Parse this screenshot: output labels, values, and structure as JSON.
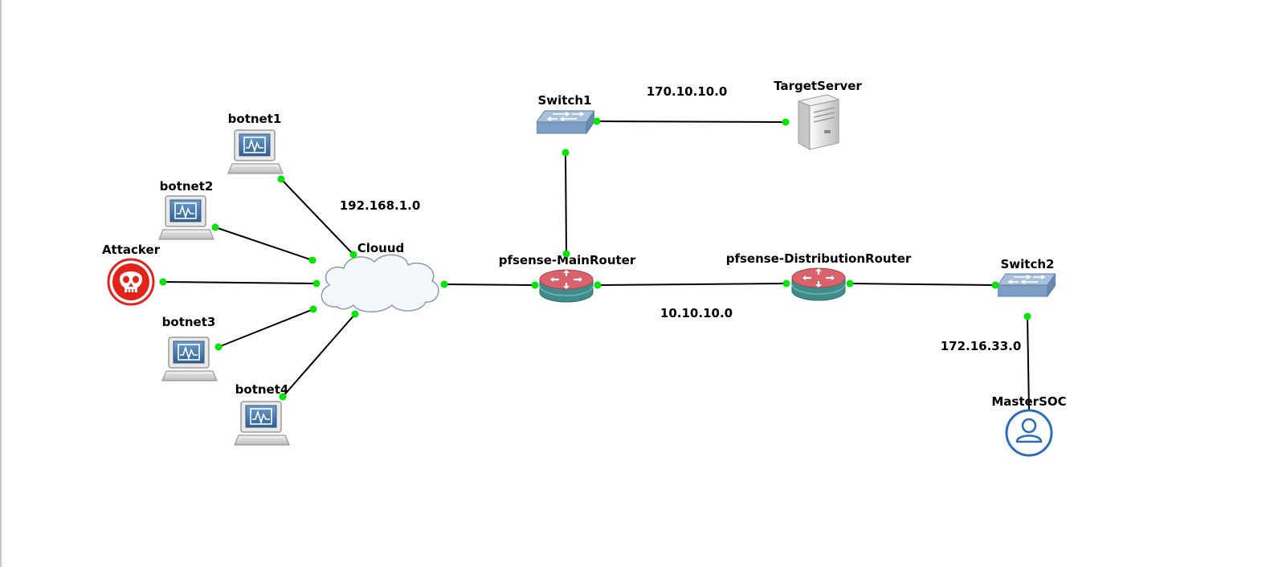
{
  "colors": {
    "port": "#00e600",
    "attacker": "#e2231a",
    "soc": "#2a6ebb",
    "router_top": "#d9606a",
    "router_body": "#3a8c8c",
    "switch": "#8aa6c8",
    "link": "#000000"
  },
  "nodes": {
    "botnet1": {
      "label": "botnet1",
      "icon": "workstation-icon"
    },
    "botnet2": {
      "label": "botnet2",
      "icon": "workstation-icon"
    },
    "botnet3": {
      "label": "botnet3",
      "icon": "workstation-icon"
    },
    "botnet4": {
      "label": "botnet4",
      "icon": "workstation-icon"
    },
    "attacker": {
      "label": "Attacker",
      "icon": "skull-icon"
    },
    "cloud": {
      "label": "Clouud",
      "icon": "cloud-icon"
    },
    "main_router": {
      "label": "pfsense-MainRouter",
      "icon": "router-icon"
    },
    "dist_router": {
      "label": "pfsense-DistributionRouter",
      "icon": "router-icon"
    },
    "switch1": {
      "label": "Switch1",
      "icon": "switch-icon"
    },
    "switch2": {
      "label": "Switch2",
      "icon": "switch-icon"
    },
    "target_server": {
      "label": "TargetServer",
      "icon": "server-icon"
    },
    "master_soc": {
      "label": "MasterSOC",
      "icon": "user-icon"
    }
  },
  "networks": {
    "lan_192": "192.168.1.0",
    "net_170": "170.10.10.0",
    "net_10": "10.10.10.0",
    "net_172": "172.16.33.0"
  }
}
